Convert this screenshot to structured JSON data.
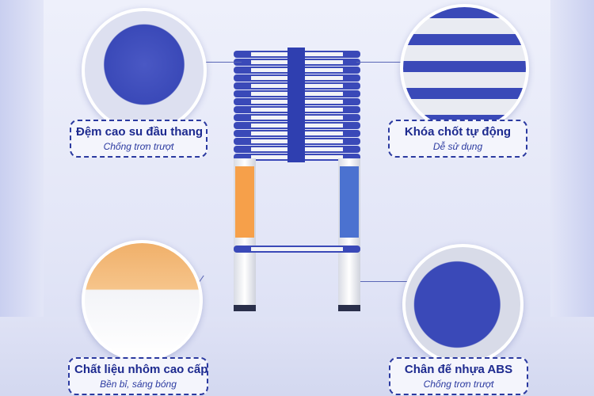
{
  "features": [
    {
      "title": "Đệm cao su đầu thang",
      "subtitle": "Chống trơn trượt"
    },
    {
      "title": "Khóa chốt tự động",
      "subtitle": "Dễ sử dụng"
    },
    {
      "title": "Chất liệu nhôm cao cấp",
      "subtitle": "Bền bỉ, sáng bóng"
    },
    {
      "title": "Chân đế nhựa ABS",
      "subtitle": "Chống trơn trượt"
    }
  ],
  "colors": {
    "accent": "#1d2a8f",
    "ladder_blue": "#3a49b8",
    "background": "#e3e6f7"
  }
}
